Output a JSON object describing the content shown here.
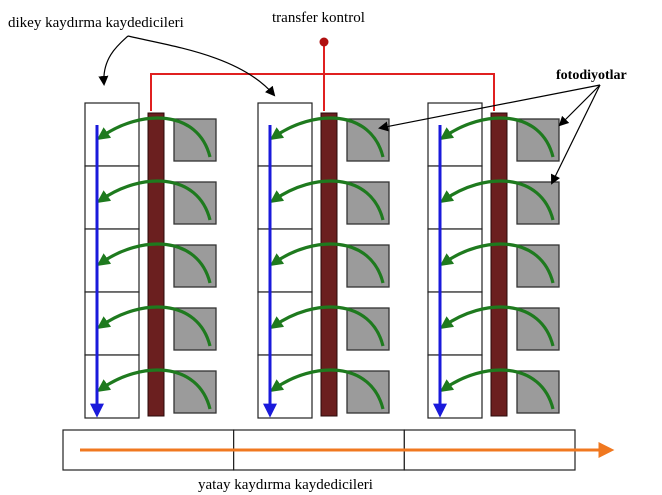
{
  "labels": {
    "vertical_registers": "dikey kaydırma kaydedicileri",
    "transfer_control": "transfer kontrol",
    "photodiodes": "fotodiyotlar",
    "horizontal_register": "yatay kaydırma kaydedicileri"
  },
  "layout": {
    "columns": 3,
    "rows_per_column": 5,
    "horizontal_cells": 3
  },
  "colors": {
    "vertical_arrow": "#1a1adb",
    "horizontal_arrow": "#f07820",
    "transfer_gate": "#6b1f1f",
    "transfer_wire": "#e02020",
    "transfer_dot": "#b01010",
    "photodiode": "#9b9b9b",
    "charge_arrow": "#1e7a1e",
    "outline": "#222222"
  },
  "icons": {
    "vertical_shift": "arrow-down",
    "horizontal_shift": "arrow-right",
    "charge_transfer": "curved-arrow-left"
  }
}
